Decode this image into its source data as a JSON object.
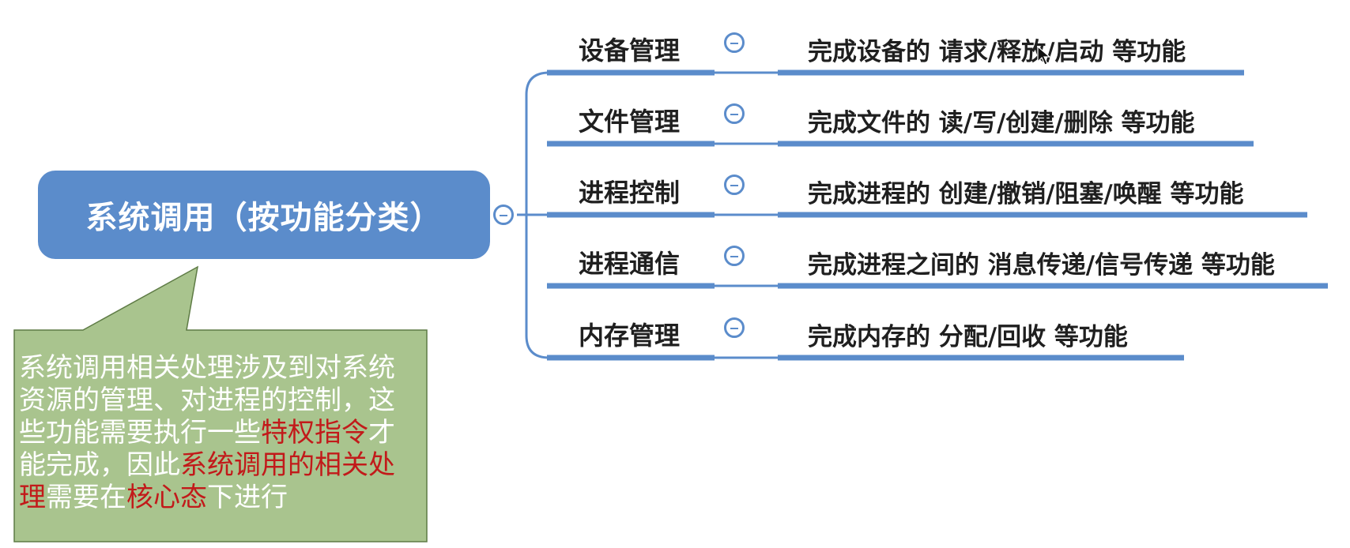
{
  "diagram": {
    "root": {
      "label": "系统调用（按功能分类）"
    },
    "branches": [
      {
        "label": "设备管理",
        "desc": "完成设备的 请求/释放/启动 等功能"
      },
      {
        "label": "文件管理",
        "desc": "完成文件的 读/写/创建/删除 等功能"
      },
      {
        "label": "进程控制",
        "desc": "完成进程的 创建/撤销/阻塞/唤醒 等功能"
      },
      {
        "label": "进程通信",
        "desc": "完成进程之间的 消息传递/信号传递 等功能"
      },
      {
        "label": "内存管理",
        "desc": "完成内存的 分配/回收 等功能"
      }
    ],
    "note": {
      "segments": [
        {
          "text": "系统调用相关处理涉及到对系统资源的管理、对进程的控制，这些功能需要执行一些",
          "highlight": false
        },
        {
          "text": "特权指令",
          "highlight": true
        },
        {
          "text": "才能完成，因此",
          "highlight": false
        },
        {
          "text": "系统调用的相关处理",
          "highlight": true
        },
        {
          "text": "需要在",
          "highlight": false
        },
        {
          "text": "核心态",
          "highlight": true
        },
        {
          "text": "下进行",
          "highlight": false
        }
      ]
    },
    "colors": {
      "line": "#5b8ccb",
      "root_fill": "#5b8ccb",
      "note_fill": "#a9c48e",
      "note_border": "#5e7b45",
      "highlight_text": "#c21a1a"
    }
  }
}
